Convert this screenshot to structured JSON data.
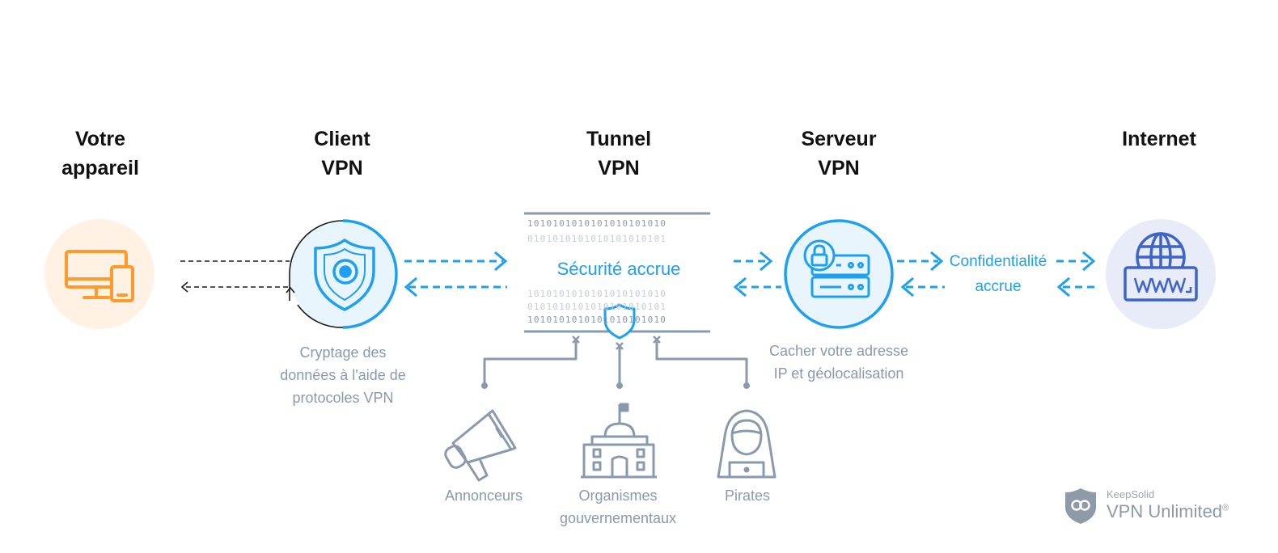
{
  "columns": {
    "device": {
      "line1": "Votre",
      "line2": "appareil"
    },
    "client": {
      "line1": "Client",
      "line2": "VPN"
    },
    "tunnel": {
      "line1": "Tunnel",
      "line2": "VPN"
    },
    "server": {
      "line1": "Serveur",
      "line2": "VPN"
    },
    "internet": {
      "line1": "Internet"
    }
  },
  "captions": {
    "client": [
      "Cryptage des",
      "données à l'aide de",
      "protocoles VPN"
    ],
    "server": [
      "Cacher votre adresse",
      "IP et géolocalisation"
    ]
  },
  "tunnel_label": "Sécurité accrue",
  "privacy_label": [
    "Confidentialité",
    "accrue"
  ],
  "binary_rows": [
    "1010101010101010101010",
    "0101010101010101010101",
    "1010101010101010101010",
    "0101010101010101010101",
    "1010101010101010101010"
  ],
  "threats": [
    {
      "label": "Annonceurs",
      "icon": "megaphone-icon"
    },
    {
      "label": [
        "Organismes",
        "gouvernementaux"
      ],
      "icon": "government-building-icon"
    },
    {
      "label": "Pirates",
      "icon": "hacker-icon"
    }
  ],
  "brand": {
    "company": "KeepSolid",
    "product": "VPN Unlimited",
    "mark": "®"
  },
  "colors": {
    "orange": "#ff9a2b",
    "blue": "#1ea0f0",
    "navy": "#3d63cc",
    "gray": "#8a9aae",
    "light_orange": "#fff1e3",
    "light_blue": "#e8f5fd",
    "light_navy": "#e8ecf8"
  }
}
